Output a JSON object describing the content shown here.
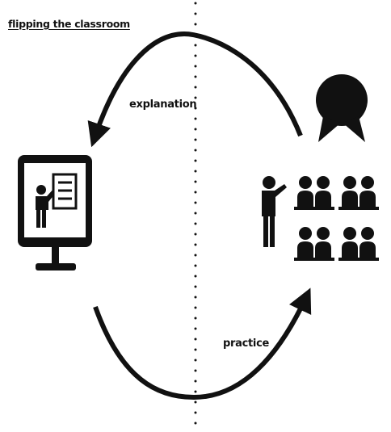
{
  "title": "flipping the classroom",
  "labels": {
    "top_arrow": "explanation",
    "bottom_arrow": "practice"
  },
  "icons": {
    "left": "computer-teacher-icon",
    "right": "classroom-audience-icon",
    "bubble": "speech-bubble-icon"
  },
  "colors": {
    "ink": "#111111",
    "background": "#ffffff"
  }
}
